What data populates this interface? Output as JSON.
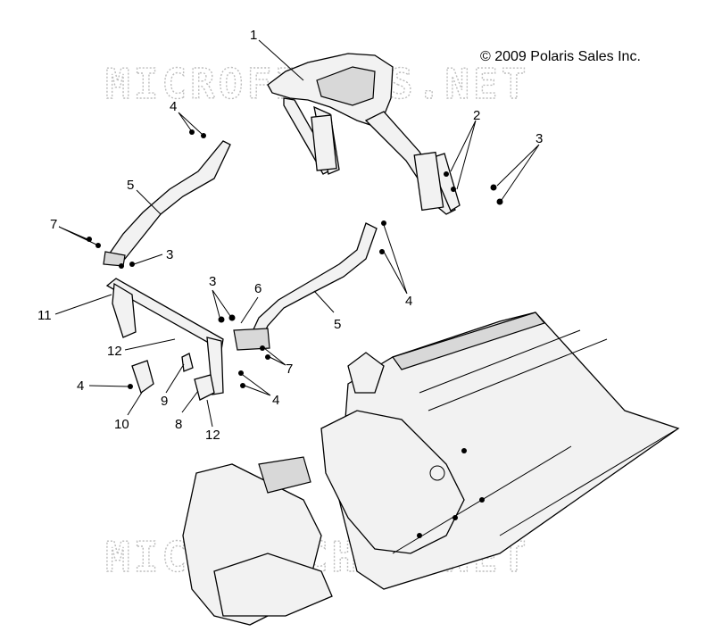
{
  "copyright": "© 2009 Polaris Sales Inc.",
  "watermarks": [
    "MICROFICHES.NET",
    "MICROFICHES.NET"
  ],
  "callouts": [
    "1",
    "2",
    "3",
    "4",
    "5",
    "7",
    "3",
    "11",
    "3",
    "6",
    "5",
    "4",
    "12",
    "4",
    "9",
    "10",
    "8",
    "7",
    "4",
    "12"
  ],
  "colors": {
    "line": "#000000",
    "fill": "#f2f2f2",
    "watermark": "#bdbdbd"
  }
}
